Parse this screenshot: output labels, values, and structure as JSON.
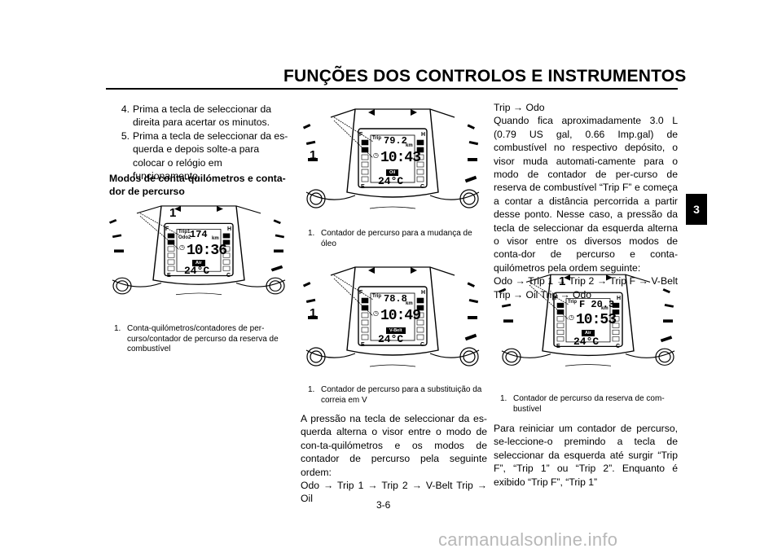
{
  "header": {
    "title": "FUNÇÕES DOS CONTROLOS E INSTRUMENTOS"
  },
  "section_tab": "3",
  "left": {
    "steps": [
      {
        "num": "4.",
        "text": "Prima a tecla de seleccionar da direita para acertar os minutos."
      },
      {
        "num": "5.",
        "text": "Prima a tecla de seleccionar da es-querda e depois solte-a para colocar o relógio em funcionamento."
      }
    ],
    "subheading": "Modos de conta-quilómetros e conta-dor de percurso",
    "figure": {
      "callout": "1",
      "lcd_top": "174",
      "lcd_unit": "km",
      "lcd_time": "10:36",
      "lcd_temp": "24°C",
      "label_trip": "Trip1",
      "label_odo": "Odo2",
      "label_air": "Air",
      "label_f": "F",
      "label_h": "H",
      "label_e": "E",
      "label_c": "C"
    },
    "caption": {
      "num": "1.",
      "text": "Conta-quilómetros/contadores de per-curso/contador de percurso da reserva de combustível"
    }
  },
  "middle": {
    "figure1": {
      "callout": "1",
      "lcd_top": "79.2",
      "lcd_unit": "km",
      "lcd_time": "10:43",
      "lcd_temp": "24°C",
      "label_trip": "Trip",
      "label_badge": "Oil",
      "label_f": "F",
      "label_h": "H",
      "label_e": "E",
      "label_c": "C"
    },
    "caption1": {
      "num": "1.",
      "text": "Contador de percurso para a mudança de óleo"
    },
    "figure2": {
      "callout": "1",
      "lcd_top": "78.8",
      "lcd_unit": "km",
      "lcd_time": "10:49",
      "lcd_temp": "24°C",
      "label_trip": "Trip",
      "label_badge": "V-Belt",
      "label_f": "F",
      "label_h": "H",
      "label_e": "E",
      "label_c": "C"
    },
    "caption2": {
      "num": "1.",
      "text": "Contador de percurso para a substituição da correia em V"
    },
    "body": [
      "A pressão na tecla de seleccionar da es-querda alterna o visor entre o modo de con-ta-quilómetros e os modos de contador de percurso pela seguinte ordem:",
      "Odo → Trip 1 → Trip 2 → V-Belt Trip → Oil"
    ]
  },
  "right": {
    "body1": [
      "Trip → Odo",
      "Quando fica aproximadamente 3.0 L (0.79 US gal, 0.66 Imp.gal) de combustível no respectivo depósito, o visor muda automati-camente para o modo de contador de per-curso de reserva de combustível “Trip F” e começa a contar a distância percorrida a partir desse ponto. Nesse caso, a pressão da tecla de seleccionar da esquerda alterna o visor entre os diversos modos de conta-dor de percurso e conta-quilómetros pela ordem seguinte:",
      "Odo → Trip 1 → Trip 2 → Trip F → V-Belt Trip → Oil Trip → Odo"
    ],
    "figure": {
      "callout": "1",
      "lcd_top": "F  20.3",
      "lcd_unit": "km",
      "lcd_time": "10:53",
      "lcd_temp": "24°C",
      "label_trip": "Trip",
      "label_air": "Air",
      "label_f": "F",
      "label_h": "H",
      "label_e": "E",
      "label_c": "C"
    },
    "caption": {
      "num": "1.",
      "text": "Contador de percurso da reserva de com-bustível"
    },
    "body2": "Para reiniciar um contador de percurso, se-leccione-o premindo a tecla de seleccionar da esquerda até surgir “Trip F”, “Trip 1” ou “Trip 2”. Enquanto é exibido “Trip F”, “Trip 1”"
  },
  "page_number": "3-6",
  "watermark": "carmanualsonline.info"
}
